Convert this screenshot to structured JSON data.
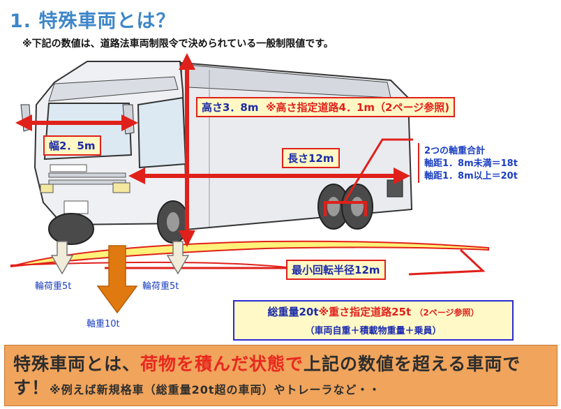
{
  "title": "1. 特殊車両とは？",
  "subtitle": "※下記の数値は、道路法車両制限令で決められている一般制限値です。",
  "labels": {
    "height": "高さ3．8m",
    "height_note": "※高さ指定道路4．1m（2ページ参照)",
    "width": "幅2．5m",
    "length": "長さ12m",
    "turning_radius": "最小回転半径12m"
  },
  "axle_note": [
    "2つの軸重合計",
    "軸距1．8m未満＝18t",
    "軸距1．8m以上＝20t"
  ],
  "wheel_load_left": "輪荷重5t",
  "wheel_load_right": "輪荷重5t",
  "axle_load": "軸重10t",
  "gross_weight": {
    "main": "総重量20t",
    "special": "※重さ指定道路25t",
    "ref": "（2ページ参照）",
    "formula": "（車両自重＋積載物重量＋乗員）"
  },
  "summary": {
    "part1": "特殊車両とは、",
    "part2": "荷物を積んだ状態で",
    "part3": "上記の数値を超える車両です！",
    "small": "※例えば新規格車（総重量20t超の車両）やトレーラなど・・"
  },
  "colors": {
    "arrow_red": "#e0201a",
    "label_text": "#1b2aa8",
    "title_blue": "#3d86c8",
    "banner_orange": "#f0a45c",
    "axle_arrow_orange": "#e07a10"
  }
}
